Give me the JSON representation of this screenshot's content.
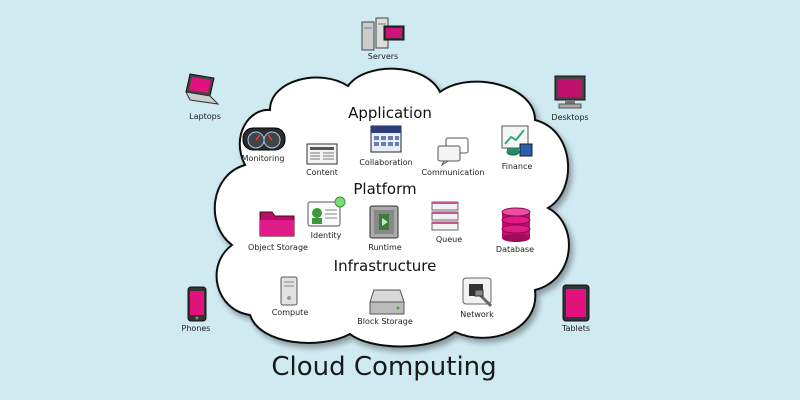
{
  "title": "Cloud Computing",
  "sections": {
    "application": "Application",
    "platform": "Platform",
    "infrastructure": "Infrastructure"
  },
  "application_items": {
    "monitoring": "Monitoring",
    "content": "Content",
    "collaboration": "Collaboration",
    "communication": "Communication",
    "finance": "Finance"
  },
  "platform_items": {
    "object_storage": "Object Storage",
    "identity": "Identity",
    "runtime": "Runtime",
    "queue": "Queue",
    "database": "Database"
  },
  "infrastructure_items": {
    "compute": "Compute",
    "block_storage": "Block Storage",
    "network": "Network"
  },
  "devices": {
    "servers": "Servers",
    "laptops": "Laptops",
    "desktops": "Desktops",
    "phones": "Phones",
    "tablets": "Tablets"
  },
  "colors": {
    "background": "#cfeaf1",
    "accent": "#d1127a",
    "cloud_fill": "#ffffff"
  }
}
